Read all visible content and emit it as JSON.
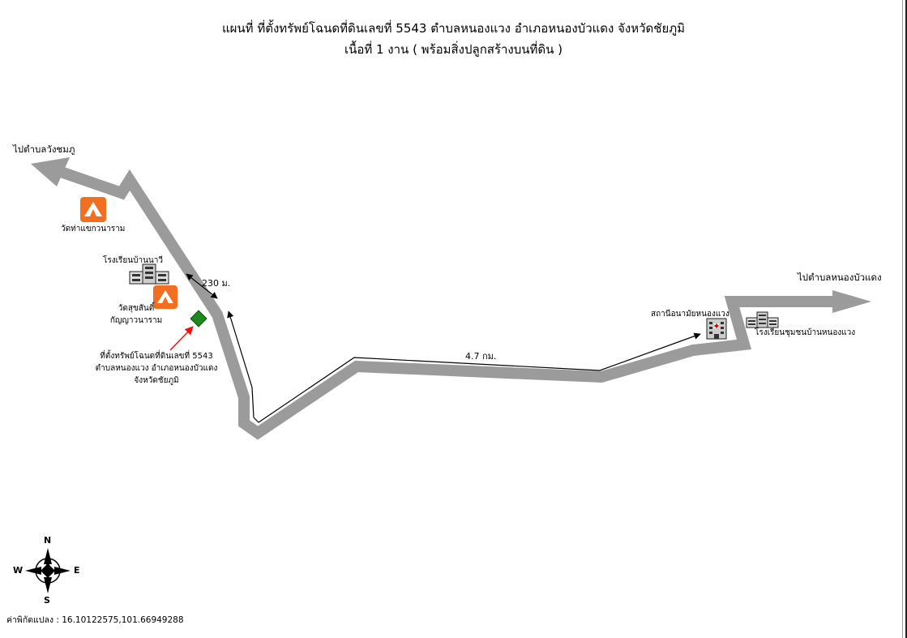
{
  "title": {
    "line1": "แผนที่ ที่ตั้งทรัพย์โฉนดที่ดินเลขที่ 5543  ตำบลหนองแวง อำเภอหนองบัวแดง จังหวัดชัยภูมิ",
    "line2": "เนื้อที่  1 งาน ( พร้อมสิ่งปลูกสร้างบนที่ดิน )"
  },
  "destinations": {
    "west": "ไปตำบลวังชมภู",
    "east": "ไปตำบลหนองบัวแดง"
  },
  "landmarks": {
    "temple_north": "วัดท่าแขกวนาราม",
    "school_west": "โรงเรียนบ้านนาวี",
    "temple_south_line1": "วัดสุขสันติ์",
    "temple_south_line2": "กัญญาวนาราม",
    "health_station": "สถานีอนามัยหนองแวง",
    "school_east": "โรงเรียนชุมชนบ้านหนองแวง"
  },
  "property": {
    "line1": "ที่ตั้งทรัพย์โฉนดที่ดินเลขที่ 5543",
    "line2": "ตำบลหนองแวง อำเภอหนองบัวแดง",
    "line3": "จังหวัดชัยภูมิ"
  },
  "distances": {
    "short": "230 ม.",
    "long": "4.7 กม."
  },
  "compass": {
    "n": "N",
    "s": "S",
    "e": "E",
    "w": "W"
  },
  "coordinates": "ค่าพิกัดแปลง : 16.10122575,101.66949288",
  "colors": {
    "road": "#9b9b9b",
    "temple_icon": "#f26f21",
    "property_marker": "#1e8a1e",
    "pointer_arrow": "#ee1111"
  },
  "icons": {
    "temple": "tent-icon",
    "school": "school-building-icon",
    "health": "hospital-icon"
  }
}
